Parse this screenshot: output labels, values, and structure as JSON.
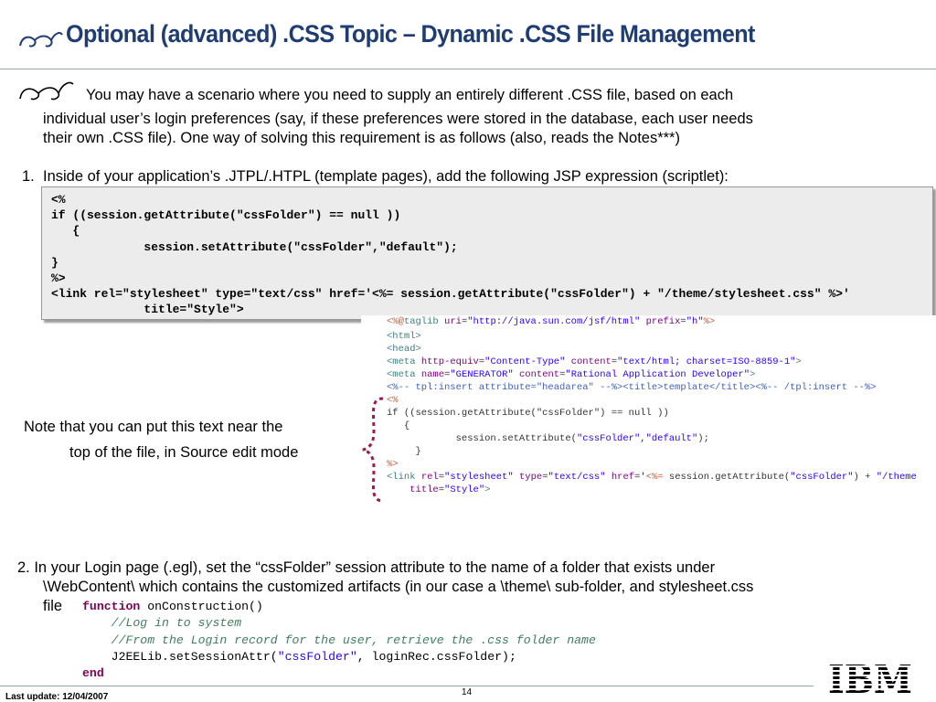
{
  "title": "Optional (advanced) .CSS Topic – Dynamic .CSS File Management",
  "intro": {
    "line1": "You may have a scenario where you need to supply an entirely different .CSS file, based on each",
    "line2": "individual user’s login preferences (say, if these preferences were stored in the database, each user needs",
    "line3": "their own .CSS file).  One way of solving this requirement is as follows (also, reads the Notes***)"
  },
  "step1": {
    "number": "1.",
    "text": "Inside of your application’s .JTPL/.HTPL (template pages), add the following JSP expression (scriptlet):",
    "code": "<%\nif ((session.getAttribute(\"cssFolder\") == null ))\n   {\n             session.setAttribute(\"cssFolder\",\"default\");\n}\n%>\n<link rel=\"stylesheet\" type=\"text/css\" href='<%= session.getAttribute(\"cssFolder\") + \"/theme/stylesheet.css\" %>'\n             title=\"Style\">"
  },
  "note": {
    "line1": "Note that you can put this text near the",
    "line2": "top of the file, in Source edit mode"
  },
  "source_view": {
    "lines": [
      "<%@taglib uri=\"http://java.sun.com/jsf/html\" prefix=\"h\"%>",
      "<html>",
      "<head>",
      "<meta http-equiv=\"Content-Type\" content=\"text/html; charset=ISO-8859-1\">",
      "<meta name=\"GENERATOR\" content=\"Rational Application Developer\">",
      "<%-- tpl:insert attribute=\"headarea\" --%><title>template</title><%-- /tpl:insert --%>",
      "<%",
      "if ((session.getAttribute(\"cssFolder\") == null ))",
      "   {",
      "            session.setAttribute(\"cssFolder\",\"default\");",
      "     }",
      "%>",
      "<link rel=\"stylesheet\" type=\"text/css\" href='<%= session.getAttribute(\"cssFolder\") + \"/theme",
      "    title=\"Style\">"
    ]
  },
  "step2": {
    "line1": "2. In your Login page (.egl), set the “cssFolder” session attribute to the name of a folder that exists under",
    "line2": "\\WebContent\\ which contains the customized artifacts (in our case a \\theme\\  sub-folder, and stylesheet.css",
    "line3": "file"
  },
  "egl_code": {
    "line1_kw": "function",
    "line1_rest": " onConstruction()",
    "line2": "    //Log in to system",
    "line3": "    //From the Login record for the user, retrieve the .css folder name",
    "line4_a": "    J2EELib.setSessionAttr(",
    "line4_str": "\"cssFolder\"",
    "line4_b": ", loginRec.cssFolder);",
    "line5_kw": "end"
  },
  "footer": {
    "last_update": "Last update: 12/04/2007",
    "page_number": "14",
    "logo": "IBM"
  },
  "colors": {
    "title": "#1f3d73",
    "rule": "#8fa8b8",
    "code_background": "#ececec"
  }
}
